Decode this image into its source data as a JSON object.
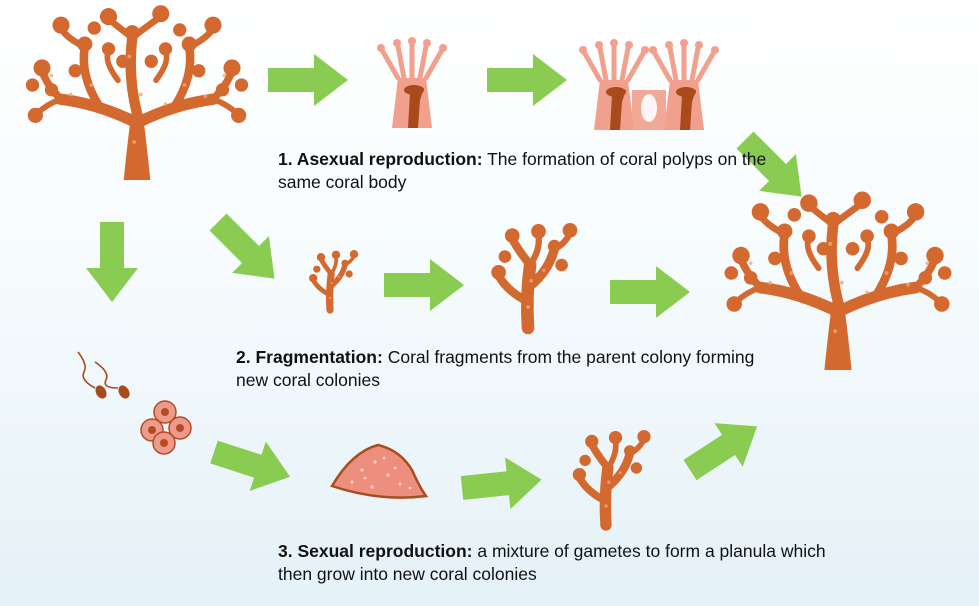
{
  "colors": {
    "coral": "#D4692F",
    "coral_light": "#E8894F",
    "polyp": "#F0A08C",
    "polyp_dark": "#A84A1C",
    "arrow": "#8ACC52",
    "planula_fill": "#EE8E7E",
    "planula_edge": "#A54E1E",
    "gamete_fill": "#EC9A8C",
    "gamete_core": "#B84A22"
  },
  "captions": {
    "asexual": {
      "title": "1. Asexual reproduction:",
      "text": "The formation of coral polyps on the same coral body"
    },
    "fragmentation": {
      "title": "2. Fragmentation:",
      "text": "Coral fragments from the parent colony forming new coral colonies"
    },
    "sexual": {
      "title": "3. Sexual reproduction:",
      "text": "a mixture of gametes to form a planula which then grow into new coral colonies"
    }
  }
}
